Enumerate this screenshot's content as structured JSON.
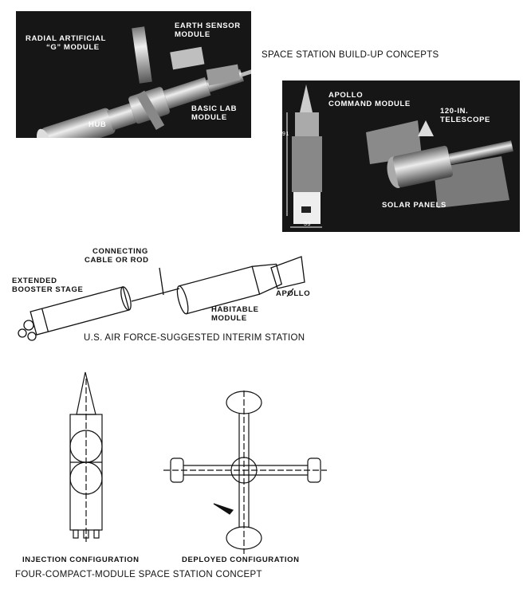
{
  "panel1": {
    "radial_label_1": "RADIAL ARTIFICIAL",
    "radial_label_2": "“G” MODULE",
    "earth_label_1": "EARTH SENSOR",
    "earth_label_2": "MODULE",
    "basic_label_1": "BASIC LAB",
    "basic_label_2": "MODULE",
    "hub_label": "HUB"
  },
  "title_buildup": "SPACE STATION BUILD-UP CONCEPTS",
  "panel2": {
    "apollo_label_1": "APOLLO",
    "apollo_label_2": "COMMAND MODULE",
    "telescope_label_1": "120-IN.",
    "telescope_label_2": "TELESCOPE",
    "solar_label": "SOLAR PANELS",
    "dim_width": "33",
    "dim_height": "91"
  },
  "airforce": {
    "cable_label_1": "CONNECTING",
    "cable_label_2": "CABLE OR ROD",
    "booster_label_1": "EXTENDED",
    "booster_label_2": "BOOSTER STAGE",
    "habitable_label_1": "HABITABLE",
    "habitable_label_2": "MODULE",
    "apollo_label": "APOLLO",
    "caption": "U.S. AIR FORCE-SUGGESTED INTERIM STATION"
  },
  "compact": {
    "injection_label": "INJECTION CONFIGURATION",
    "deployed_label": "DEPLOYED CONFIGURATION",
    "caption": "FOUR-COMPACT-MODULE SPACE STATION CONCEPT"
  }
}
